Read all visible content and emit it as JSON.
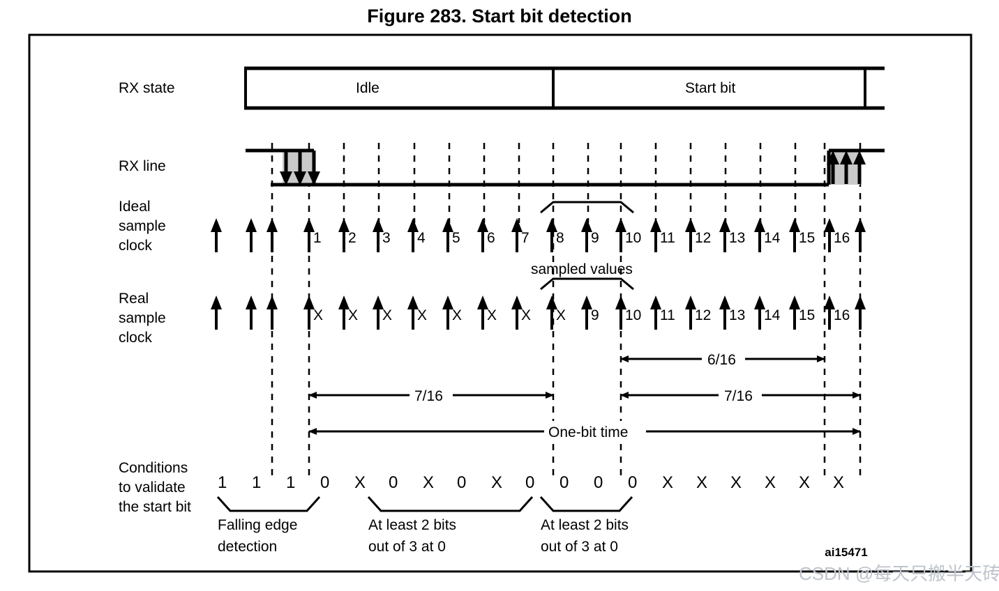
{
  "figure": {
    "title": "Figure 283. Start bit detection",
    "id_code": "ai15471",
    "watermark": "CSDN @每天只搬半天砖"
  },
  "rows": {
    "rx_state": {
      "label": "RX state",
      "segments": [
        {
          "name": "idle",
          "text": "Idle"
        },
        {
          "name": "start_bit",
          "text": "Start bit"
        }
      ]
    },
    "rx_line": {
      "label": "RX line"
    },
    "ideal_clock": {
      "label": "Ideal\nsample\nclock",
      "label_lines": [
        "Ideal",
        "sample",
        "clock"
      ]
    },
    "real_clock": {
      "label": "Real\nsample\nclock",
      "label_lines": [
        "Real",
        "sample",
        "clock"
      ]
    },
    "conditions": {
      "label_lines": [
        "Conditions",
        "to validate",
        "the start bit"
      ]
    }
  },
  "chart_data": {
    "type": "timing-diagram",
    "title": "Start bit detection",
    "ideal_sample_clock": {
      "unlabeled_arrows": 3,
      "labels": [
        "1",
        "2",
        "3",
        "4",
        "5",
        "6",
        "7",
        "8",
        "9",
        "10",
        "11",
        "12",
        "13",
        "14",
        "15",
        "16"
      ],
      "trailing_unlabeled_arrows": 1
    },
    "real_sample_clock": {
      "unlabeled_arrows": 3,
      "labels": [
        "X",
        "X",
        "X",
        "X",
        "X",
        "X",
        "X",
        "X",
        "9",
        "10",
        "11",
        "12",
        "13",
        "14",
        "15",
        "16"
      ],
      "trailing_unlabeled_arrows": 1
    },
    "conditions_sequence": [
      "1",
      "1",
      "1",
      "0",
      "X",
      "0",
      "X",
      "0",
      "X",
      "0",
      "0",
      "0",
      "0",
      "X",
      "X",
      "X",
      "X",
      "X",
      "X"
    ],
    "sampled_values_label": "sampled values",
    "sampled_values_span": [
      "8",
      "10"
    ],
    "measurements": [
      {
        "name": "six-sixteenths",
        "label": "6/16"
      },
      {
        "name": "seven-sixteenths-left",
        "label": "7/16"
      },
      {
        "name": "seven-sixteenths-right",
        "label": "7/16"
      },
      {
        "name": "one-bit-time",
        "label": "One-bit time"
      }
    ],
    "brace_annotations": [
      {
        "name": "falling-edge-detection",
        "lines": [
          "Falling edge",
          "detection"
        ]
      },
      {
        "name": "at-least-2-bits-out-of-3-at-0-first",
        "lines": [
          "At least 2 bits",
          "out of 3 at 0"
        ]
      },
      {
        "name": "at-least-2-bits-out-of-3-at-0-second",
        "lines": [
          "At least 2 bits",
          "out of 3 at 0"
        ]
      }
    ]
  },
  "colors": {
    "line": "#000000",
    "fill_gray": "#c9c9c9",
    "background": "#ffffff",
    "watermark": "#bfc4cc"
  }
}
